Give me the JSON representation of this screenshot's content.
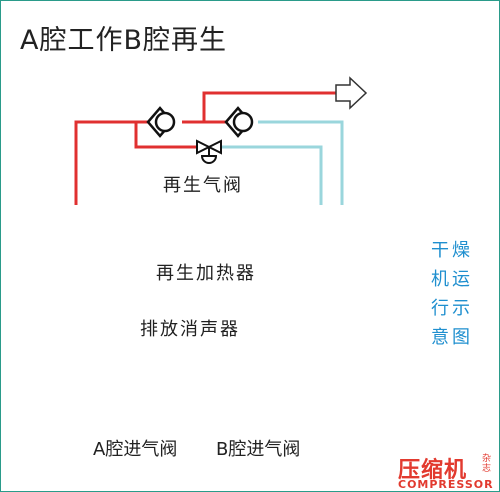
{
  "title": "A腔工作B腔再生",
  "labels": {
    "regen_valve": "再生气阀",
    "regen_heater": "再生加热器",
    "exhaust_muffler": "排放消声器",
    "a_inlet_valve": "A腔进气阀",
    "b_inlet_valve": "B腔进气阀"
  },
  "side_text": [
    "干燥",
    "机运",
    "行示",
    "意图"
  ],
  "logo": {
    "main": "压缩机",
    "sub": "COMPRESSOR",
    "side": "杂志",
    "mark": "®"
  },
  "colors": {
    "working_line": "#e03030",
    "regen_line": "#9ad6dc",
    "side_text": "#1f8fcf",
    "logo": "#e23a2f"
  }
}
